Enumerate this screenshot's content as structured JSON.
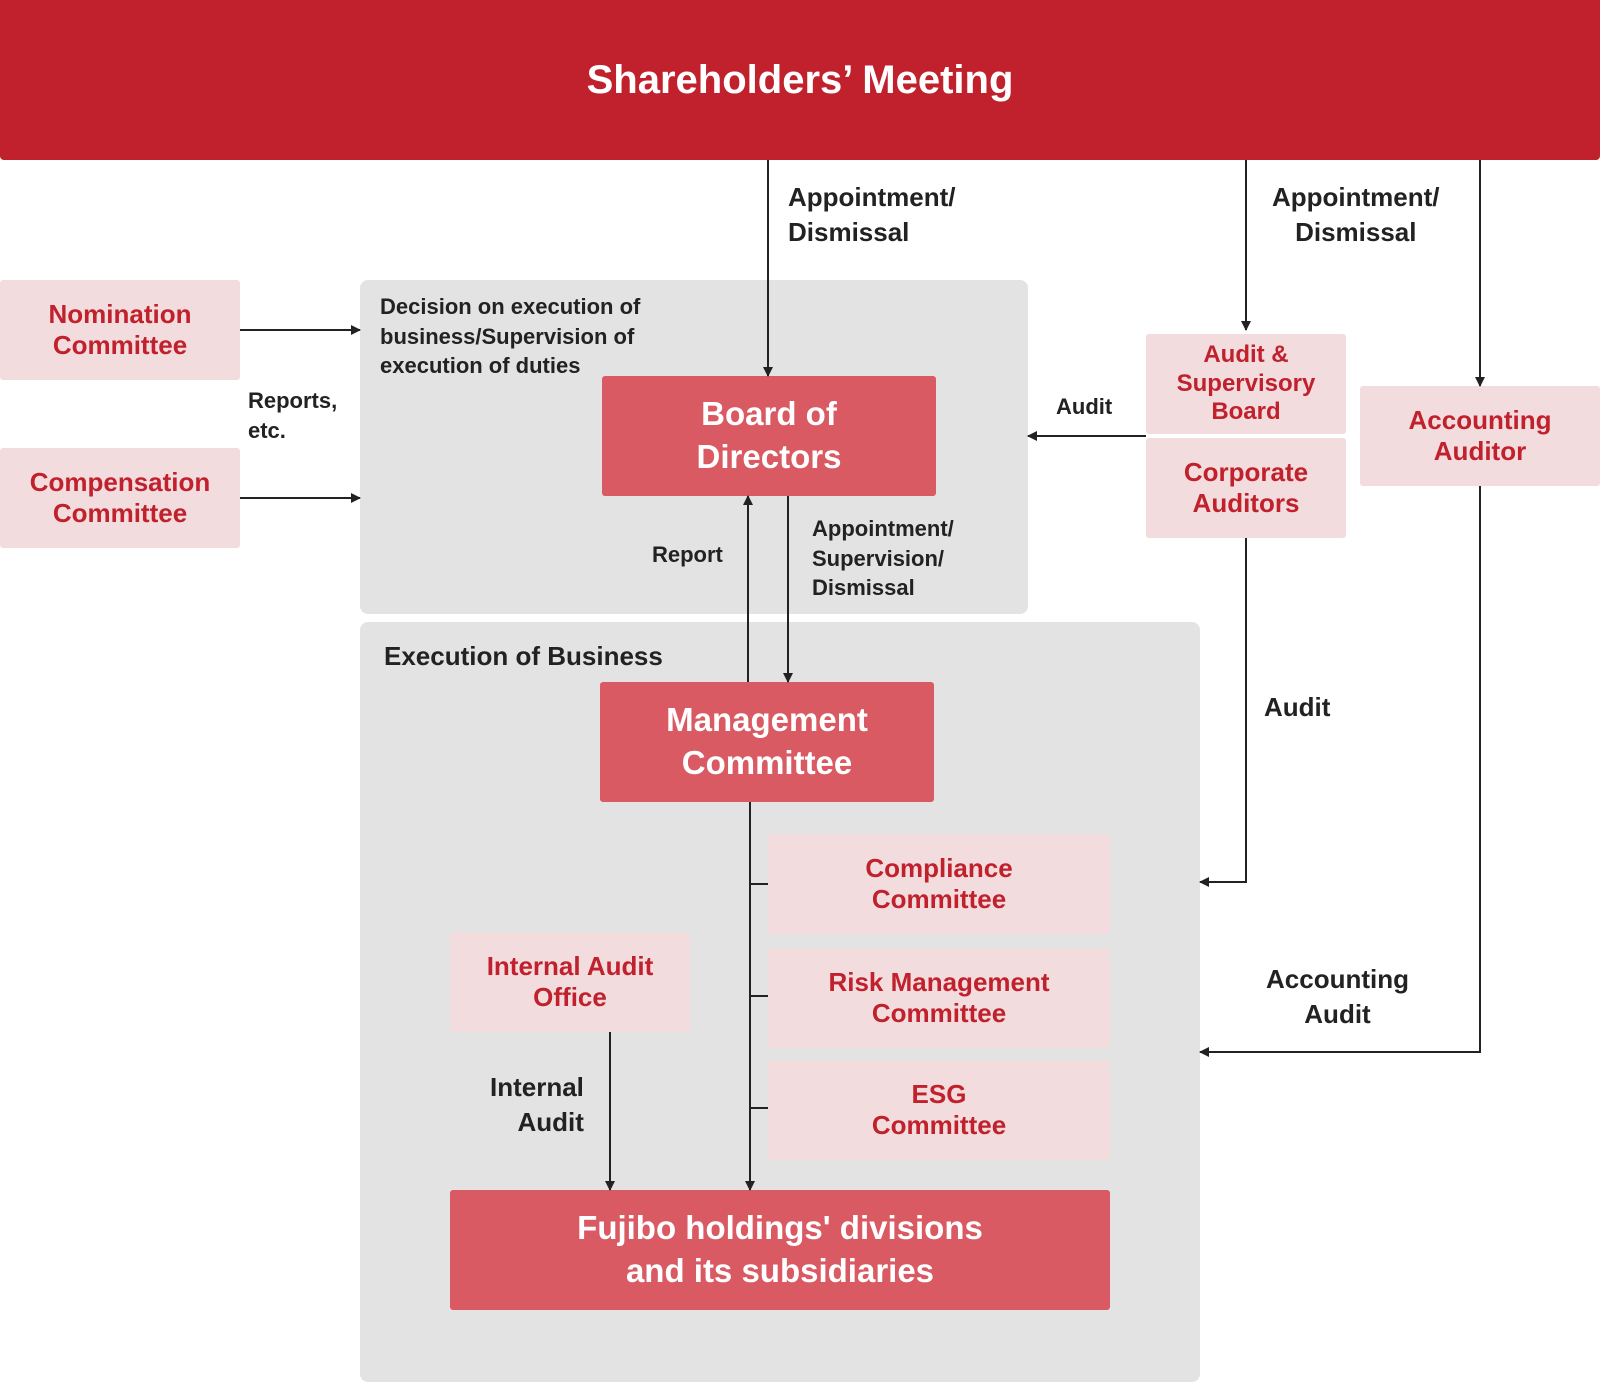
{
  "header": {
    "title": "Shareholders’ Meeting"
  },
  "regions": {
    "board_area": "Decision on execution of\nbusiness/Supervision of\nexecution of duties",
    "execution_area": "Execution of Business"
  },
  "nodes": {
    "nomination": "Nomination\nCommittee",
    "compensation": "Compensation\nCommittee",
    "board": "Board of\nDirectors",
    "audit_board": "Audit &\nSupervisory\nBoard",
    "corporate_auditors": "Corporate\nAuditors",
    "accounting_auditor": "Accounting\nAuditor",
    "management": "Management\nCommittee",
    "compliance": "Compliance\nCommittee",
    "risk": "Risk Management\nCommittee",
    "esg": "ESG\nCommittee",
    "internal_audit_office": "Internal Audit\nOffice",
    "divisions": "Fujibo holdings' divisions\nand its subsidiaries"
  },
  "labels": {
    "appoint_left": "Appointment/\nDismissal",
    "appoint_right": "Appointment/\nDismissal",
    "reports": "Reports,\netc.",
    "audit_board": "Audit",
    "report_up": "Report",
    "appoint_supervise": "Appointment/\nSupervision/\nDismissal",
    "audit_execution": "Audit",
    "accounting_audit": "Accounting\nAudit",
    "internal_audit": "Internal\nAudit"
  },
  "colors": {
    "brand_red": "#c0212c",
    "box_red": "#d95a63",
    "box_pink": "#f2dcde",
    "region_gray": "#e3e3e3",
    "line": "#222222"
  }
}
